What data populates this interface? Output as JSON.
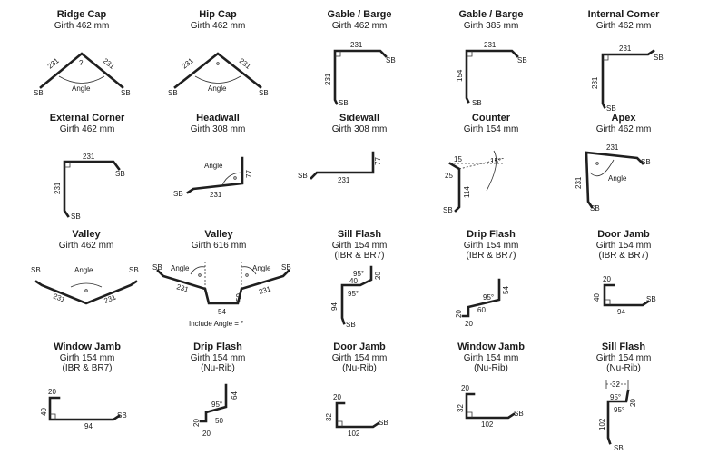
{
  "row1": {
    "ridge_cap": {
      "title": "Ridge Cap",
      "girth": "Girth 462 mm",
      "dim_a": "231",
      "dim_b": "231",
      "angle": "Angle",
      "q": "?",
      "sb_left": "SB",
      "sb_right": "SB"
    },
    "hip_cap": {
      "title": "Hip Cap",
      "girth": "Girth 462 mm",
      "dim_a": "231",
      "dim_b": "231",
      "angle": "Angle",
      "sb_left": "SB",
      "sb_right": "SB"
    },
    "gable_barge_1": {
      "title": "Gable / Barge",
      "girth": "Girth 462 mm",
      "dim_top": "231",
      "dim_side": "231",
      "sb_top": "SB",
      "sb_bottom": "SB"
    },
    "gable_barge_2": {
      "title": "Gable / Barge",
      "girth": "Girth 385 mm",
      "dim_top": "231",
      "dim_side": "154",
      "sb_top": "SB",
      "sb_bottom": "SB"
    },
    "internal_corner": {
      "title": "Internal Corner",
      "girth": "Girth 462 mm",
      "dim_top": "231",
      "dim_side": "231",
      "sb_top": "SB",
      "sb_bottom": "SB"
    }
  },
  "row2": {
    "external_corner": {
      "title": "External Corner",
      "girth": "Girth 462 mm",
      "dim_top": "231",
      "dim_side": "231",
      "sb_top": "SB",
      "sb_bottom": "SB"
    },
    "headwall": {
      "title": "Headwall",
      "girth": "Girth 308 mm",
      "dim_base": "231",
      "dim_up": "77",
      "angle": "Angle",
      "sb": "SB"
    },
    "sidewall": {
      "title": "Sidewall",
      "girth": "Girth 308 mm",
      "dim_base": "231",
      "dim_up": "77",
      "sb": "SB"
    },
    "counter": {
      "title": "Counter",
      "girth": "Girth 154 mm",
      "dim_15": "15",
      "deg_15": "15°",
      "dim_25": "25",
      "dim_114": "114",
      "sb": "SB"
    },
    "apex": {
      "title": "Apex",
      "girth": "Girth 462 mm",
      "dim_top": "231",
      "dim_side": "231",
      "angle": "Angle",
      "sb_top": "SB",
      "sb_bottom": "SB"
    }
  },
  "row3": {
    "valley_1": {
      "title": "Valley",
      "girth": "Girth 462 mm",
      "dim_a": "231",
      "dim_b": "231",
      "angle": "Angle",
      "sb_left": "SB",
      "sb_right": "SB"
    },
    "valley_2": {
      "title": "Valley",
      "girth": "Girth 616 mm",
      "dim_a": "231",
      "dim_b": "231",
      "dim_50": "50",
      "dim_54": "54",
      "angle_l": "Angle",
      "angle_r": "Angle",
      "sb_left": "SB",
      "sb_right": "SB",
      "note": "Include Angle = °"
    },
    "sill_flash_1": {
      "title": "Sill Flash",
      "girth": "Girth 154 mm",
      "spec": "(IBR & BR7)",
      "dim_40": "40",
      "dim_20": "20",
      "deg_a": "95°",
      "deg_b": "95°",
      "dim_94": "94",
      "sb": "SB"
    },
    "drip_flash_1": {
      "title": "Drip Flash",
      "girth": "Girth 154 mm",
      "spec": "(IBR & BR7)",
      "dim_54": "54",
      "deg": "95°",
      "dim_60": "60",
      "dim_20a": "20",
      "dim_20b": "20"
    },
    "door_jamb_1": {
      "title": "Door Jamb",
      "girth": "Girth 154 mm",
      "spec": "(IBR & BR7)",
      "dim_20": "20",
      "dim_40": "40",
      "dim_94": "94",
      "sb": "SB"
    }
  },
  "row4": {
    "window_jamb_1": {
      "title": "Window Jamb",
      "girth": "Girth 154 mm",
      "spec": "(IBR & BR7)",
      "dim_20": "20",
      "dim_40": "40",
      "dim_94": "94",
      "sb": "SB"
    },
    "drip_flash_2": {
      "title": "Drip Flash",
      "girth": "Girth 154 mm",
      "spec": "(Nu-Rib)",
      "dim_64": "64",
      "deg": "95°",
      "dim_50": "50",
      "dim_20a": "20",
      "dim_20b": "20"
    },
    "door_jamb_2": {
      "title": "Door Jamb",
      "girth": "Girth 154 mm",
      "spec": "(Nu-Rib)",
      "dim_20": "20",
      "dim_32": "32",
      "dim_102": "102",
      "sb": "SB"
    },
    "window_jamb_2": {
      "title": "Window Jamb",
      "girth": "Girth 154 mm",
      "spec": "(Nu-Rib)",
      "dim_20": "20",
      "dim_32": "32",
      "dim_102": "102",
      "sb": "SB"
    },
    "sill_flash_2": {
      "title": "Sill Flash",
      "girth": "Girth 154 mm",
      "spec": "(Nu-Rib)",
      "dim_32": "32",
      "dim_20": "20",
      "deg_a": "95°",
      "deg_b": "95°",
      "dim_102": "102",
      "sb": "SB"
    }
  }
}
